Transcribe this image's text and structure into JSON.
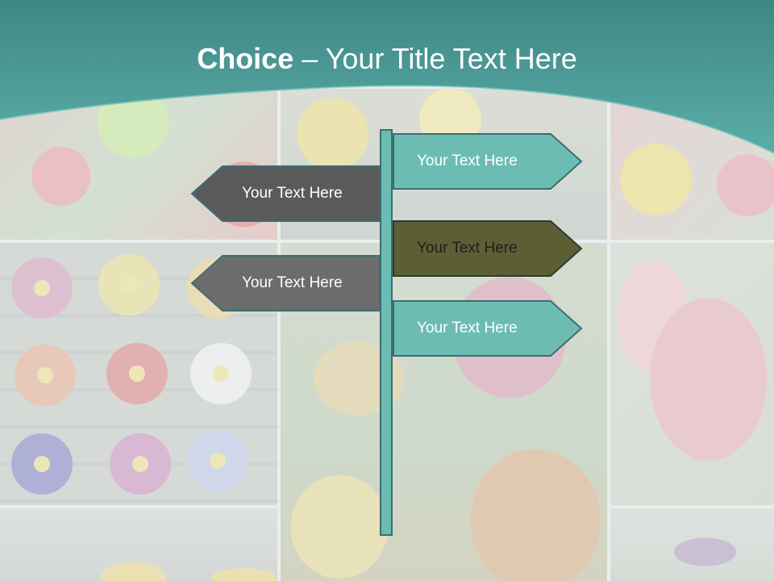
{
  "slide": {
    "title_strong": "Choice",
    "title_rest": " – Your Title Text Here"
  },
  "signs": [
    {
      "label": "Your Text Here",
      "direction": "right",
      "fill": "#6dbcb4",
      "text_color": "#ffffff"
    },
    {
      "label": "Your Text Here",
      "direction": "left",
      "fill": "#5a5a5a",
      "text_color": "#ffffff"
    },
    {
      "label": "Your Text Here",
      "direction": "right",
      "fill": "#5c5e34",
      "text_color": "#1f1f1f"
    },
    {
      "label": "Your Text Here",
      "direction": "left",
      "fill": "#6c6c6c",
      "text_color": "#ffffff"
    },
    {
      "label": "Your Text Here",
      "direction": "right",
      "fill": "#6dbcb4",
      "text_color": "#ffffff"
    }
  ],
  "colors": {
    "header_teal": "#4a9c98",
    "pole": "#6dbcb4",
    "outline": "#3c6e70"
  }
}
